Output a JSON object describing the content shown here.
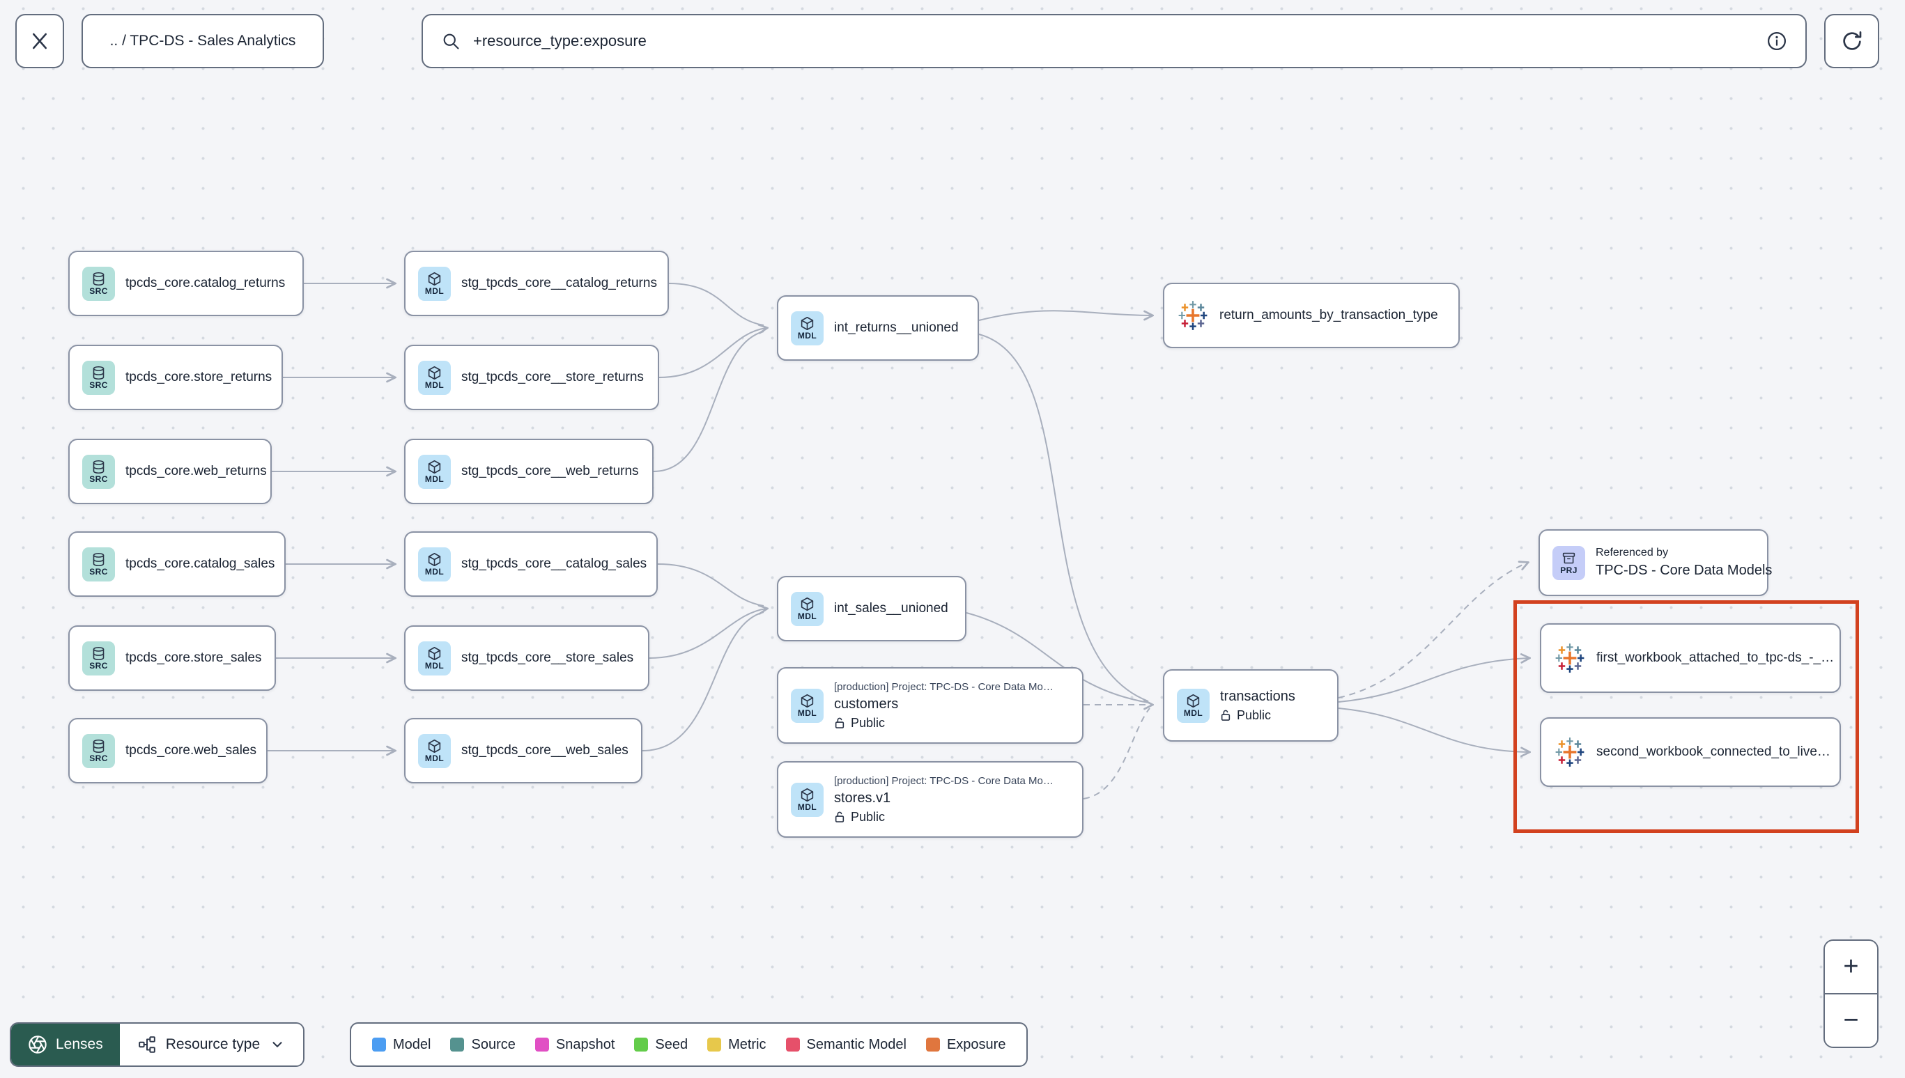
{
  "header": {
    "breadcrumb": ".. / TPC-DS - Sales Analytics",
    "search": {
      "value": "+resource_type:exposure"
    }
  },
  "graph": {
    "badges": {
      "source": "SRC",
      "model": "MDL",
      "project": "PRJ"
    },
    "nodes": {
      "src_catalog_returns": {
        "label": "tpcds_core.catalog_returns"
      },
      "src_store_returns": {
        "label": "tpcds_core.store_returns"
      },
      "src_web_returns": {
        "label": "tpcds_core.web_returns"
      },
      "src_catalog_sales": {
        "label": "tpcds_core.catalog_sales"
      },
      "src_store_sales": {
        "label": "tpcds_core.store_sales"
      },
      "src_web_sales": {
        "label": "tpcds_core.web_sales"
      },
      "stg_catalog_returns": {
        "label": "stg_tpcds_core__catalog_returns"
      },
      "stg_store_returns": {
        "label": "stg_tpcds_core__store_returns"
      },
      "stg_web_returns": {
        "label": "stg_tpcds_core__web_returns"
      },
      "stg_catalog_sales": {
        "label": "stg_tpcds_core__catalog_sales"
      },
      "stg_store_sales": {
        "label": "stg_tpcds_core__store_sales"
      },
      "stg_web_sales": {
        "label": "stg_tpcds_core__web_sales"
      },
      "int_returns": {
        "label": "int_returns__unioned"
      },
      "int_sales": {
        "label": "int_sales__unioned"
      },
      "exposure_returns": {
        "label": "return_amounts_by_transaction_type"
      },
      "customers": {
        "project": "[production] Project: TPC-DS - Core Data Mo…",
        "label": "customers",
        "access": "Public"
      },
      "stores": {
        "project": "[production] Project: TPC-DS - Core Data Mo…",
        "label": "stores.v1",
        "access": "Public"
      },
      "transactions": {
        "label": "transactions",
        "access": "Public"
      },
      "referenced_by": {
        "title": "Referenced by",
        "label": "TPC-DS - Core Data Models"
      },
      "exposure_first": {
        "label": "first_workbook_attached_to_tpc-ds_-_…"
      },
      "exposure_second": {
        "label": "second_workbook_connected_to_live…"
      }
    },
    "edges": [
      {
        "from": "tpcds_core.catalog_returns",
        "to": "stg_tpcds_core__catalog_returns",
        "style": "solid"
      },
      {
        "from": "tpcds_core.store_returns",
        "to": "stg_tpcds_core__store_returns",
        "style": "solid"
      },
      {
        "from": "tpcds_core.web_returns",
        "to": "stg_tpcds_core__web_returns",
        "style": "solid"
      },
      {
        "from": "tpcds_core.catalog_sales",
        "to": "stg_tpcds_core__catalog_sales",
        "style": "solid"
      },
      {
        "from": "tpcds_core.store_sales",
        "to": "stg_tpcds_core__store_sales",
        "style": "solid"
      },
      {
        "from": "tpcds_core.web_sales",
        "to": "stg_tpcds_core__web_sales",
        "style": "solid"
      },
      {
        "from": "stg_tpcds_core__catalog_returns",
        "to": "int_returns__unioned",
        "style": "solid"
      },
      {
        "from": "stg_tpcds_core__store_returns",
        "to": "int_returns__unioned",
        "style": "solid"
      },
      {
        "from": "stg_tpcds_core__web_returns",
        "to": "int_returns__unioned",
        "style": "solid"
      },
      {
        "from": "stg_tpcds_core__catalog_sales",
        "to": "int_sales__unioned",
        "style": "solid"
      },
      {
        "from": "stg_tpcds_core__store_sales",
        "to": "int_sales__unioned",
        "style": "solid"
      },
      {
        "from": "stg_tpcds_core__web_sales",
        "to": "int_sales__unioned",
        "style": "solid"
      },
      {
        "from": "int_returns__unioned",
        "to": "return_amounts_by_transaction_type",
        "style": "solid"
      },
      {
        "from": "int_returns__unioned",
        "to": "transactions",
        "style": "solid"
      },
      {
        "from": "int_sales__unioned",
        "to": "transactions",
        "style": "solid"
      },
      {
        "from": "customers",
        "to": "transactions",
        "style": "dashed"
      },
      {
        "from": "stores.v1",
        "to": "transactions",
        "style": "dashed"
      },
      {
        "from": "transactions",
        "to": "TPC-DS - Core Data Models",
        "style": "dashed"
      },
      {
        "from": "transactions",
        "to": "first_workbook_attached_to_tpc-ds_-_…",
        "style": "solid"
      },
      {
        "from": "transactions",
        "to": "second_workbook_connected_to_live…",
        "style": "solid"
      }
    ]
  },
  "legend": {
    "items": [
      {
        "label": "Model",
        "color": "#4c9df2"
      },
      {
        "label": "Source",
        "color": "#55928f"
      },
      {
        "label": "Snapshot",
        "color": "#e14fc4"
      },
      {
        "label": "Seed",
        "color": "#63cc4a"
      },
      {
        "label": "Metric",
        "color": "#e7c84b"
      },
      {
        "label": "Semantic Model",
        "color": "#e6506a"
      },
      {
        "label": "Exposure",
        "color": "#e0763e"
      }
    ]
  },
  "controls": {
    "lenses": "Lenses",
    "resource_type": "Resource type",
    "zoom_in": "+",
    "zoom_out": "−"
  }
}
